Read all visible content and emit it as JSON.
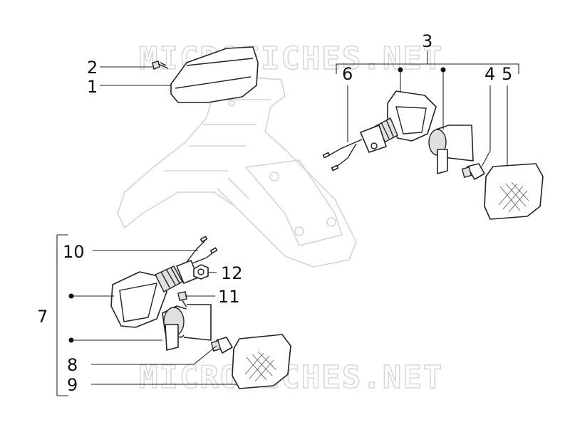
{
  "watermark": "MICROFICHES.NET",
  "callouts": {
    "c1": "1",
    "c2": "2",
    "c3": "3",
    "c4": "4",
    "c5": "5",
    "c6": "6",
    "c7": "7",
    "c8": "8",
    "c9": "9",
    "c10": "10",
    "c11": "11",
    "c12": "12"
  },
  "colors": {
    "ink": "#222222",
    "ghost": "#d4d4d4",
    "watermark": "#d6d6d6"
  }
}
